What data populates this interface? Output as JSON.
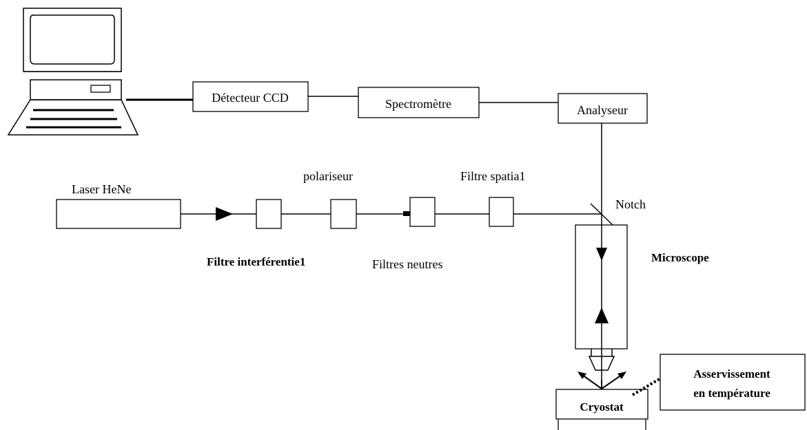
{
  "diagram": {
    "components": {
      "detector": "Détecteur CCD",
      "spectrometer": "Spectromètre",
      "analyzer": "Analyseur",
      "laser": "Laser HeNe",
      "polarizer": "polariseur",
      "spatial_filter": "Filtre spatia1",
      "notch": "Notch",
      "interference_filter": "Filtre interférentie1",
      "neutral_filters": "Filtres neutres",
      "microscope": "Microscope",
      "temperature_control_line1": "Asservissement",
      "temperature_control_line2": "en température",
      "cryostat": "Cryostat"
    },
    "icons": {
      "computer": "computer-icon"
    },
    "line_color": "#000000",
    "background": "#ffffff"
  }
}
